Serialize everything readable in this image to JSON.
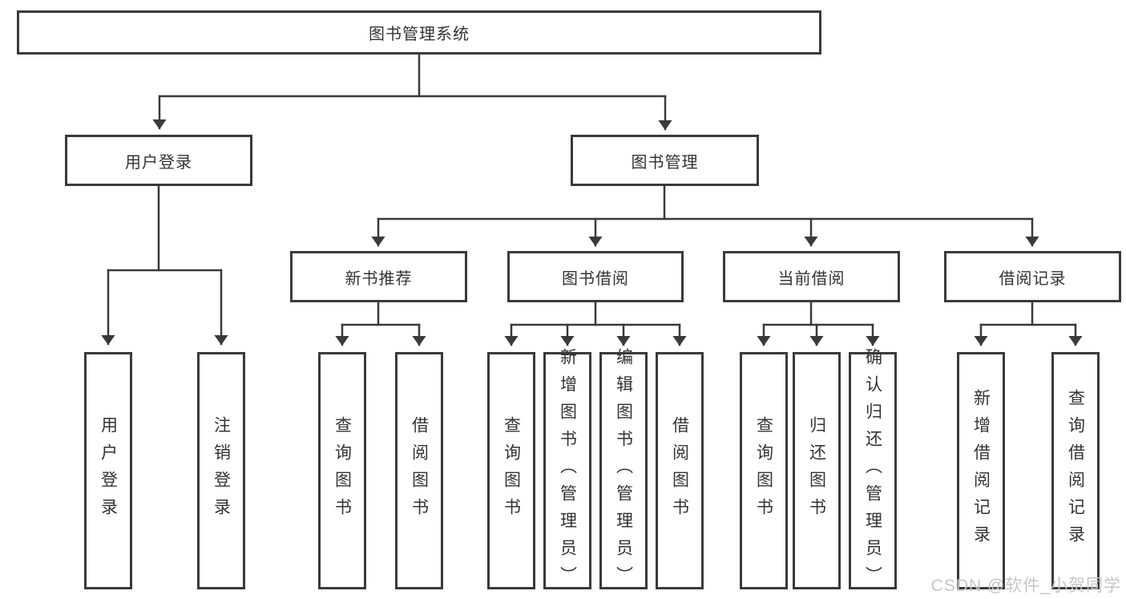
{
  "diagram_title": "图书管理系统",
  "tree": {
    "root": "图书管理系统",
    "children": [
      {
        "label": "用户登录",
        "children": [
          "用户登录",
          "注销登录"
        ]
      },
      {
        "label": "图书管理",
        "children": [
          {
            "label": "新书推荐",
            "children": [
              "查询图书",
              "借阅图书"
            ]
          },
          {
            "label": "图书借阅",
            "children": [
              "查询图书",
              "新增图书（管理员）",
              "编辑图书（管理员）",
              "借阅图书"
            ]
          },
          {
            "label": "当前借阅",
            "children": [
              "查询图书",
              "归还图书",
              "确认归还（管理员）"
            ]
          },
          {
            "label": "借阅记录",
            "children": [
              "新增借阅记录",
              "查询借阅记录"
            ]
          }
        ]
      }
    ]
  },
  "watermark": "CSDN @软件_小贺同学",
  "colors": {
    "line": "#3a3a3a",
    "box_border": "#3a3a3a",
    "box_fill": "#ffffff",
    "text": "#333333",
    "watermark": "#c6c6c6"
  }
}
